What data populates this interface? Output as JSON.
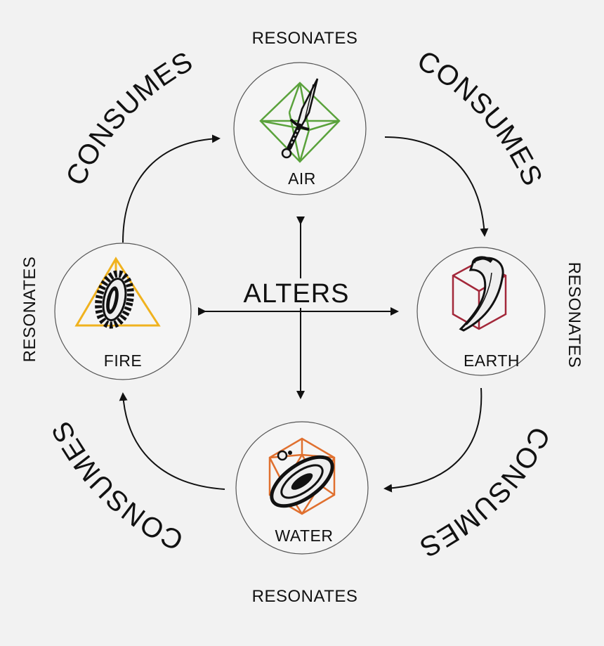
{
  "nodes": {
    "air": {
      "name": "AIR",
      "color": "#5aa23c"
    },
    "earth": {
      "name": "EARTH",
      "color": "#a3283a"
    },
    "water": {
      "name": "WATER",
      "color": "#e0702f"
    },
    "fire": {
      "name": "FIRE",
      "color": "#f0b21e"
    }
  },
  "labels": {
    "resonates_top": "RESONATES",
    "resonates_bottom": "RESONATES",
    "resonates_left": "RESONATES",
    "resonates_right": "RESONATES",
    "consumes_top_left": "CONSUMES",
    "consumes_top_right": "CONSUMES",
    "consumes_bottom_right": "CONSUMES",
    "consumes_bottom_left": "CONSUMES",
    "alters": "ALTERS"
  },
  "icons": {
    "air": "dagger-icon",
    "earth": "claw-icon",
    "water": "disc-icon",
    "fire": "gear-icon"
  }
}
